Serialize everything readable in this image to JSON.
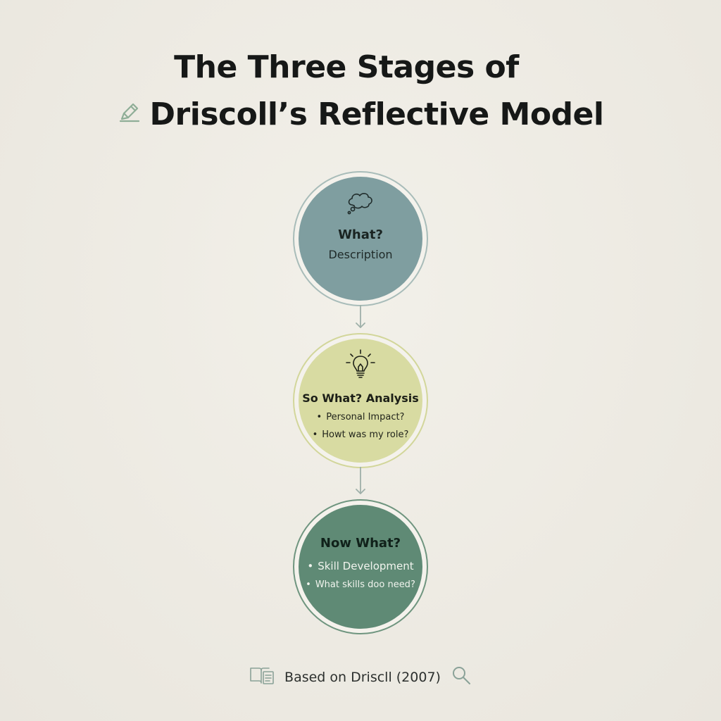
{
  "title": {
    "line1": "The Three Stages of",
    "line2": "Driscoll’s Reflective Model",
    "icon": "pencil-icon"
  },
  "stages": [
    {
      "icon": "thought-bubble-icon",
      "heading": "What?",
      "subtitle": "Description",
      "color": "#7f9ea0"
    },
    {
      "icon": "lightbulb-icon",
      "heading": "So What? Analysis",
      "bullets": [
        "Personal Impact?",
        "Howt was my role?"
      ],
      "color": "#d8dba2"
    },
    {
      "heading": "Now What?",
      "bullets": [
        "Skill Development",
        "What skills doo need?"
      ],
      "color": "#5f8a75"
    }
  ],
  "footer": {
    "text": "Based on Driscll (2007)",
    "left_icon": "book-icon",
    "right_icon": "search-icon"
  },
  "colors": {
    "background": "#efece4",
    "connector": "#9fb0a9"
  }
}
